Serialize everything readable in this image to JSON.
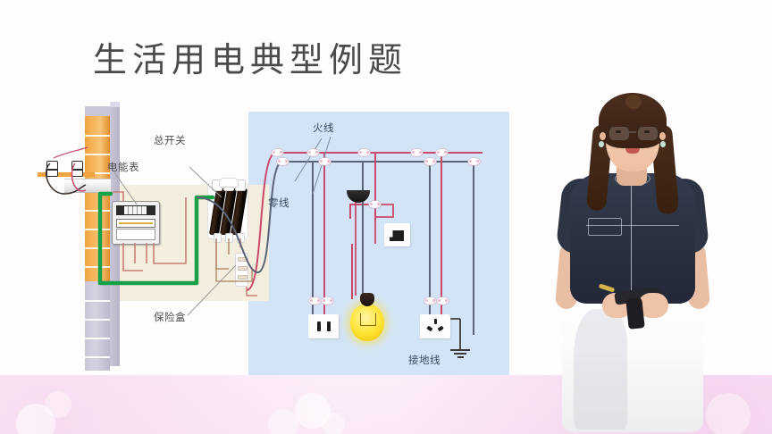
{
  "slide": {
    "title": "生活用电典型例题",
    "background_color": "#fffdfe",
    "accent_pink": "#f8e6f6"
  },
  "diagram": {
    "name": "household-wiring-diagram",
    "panel_blue_color": "#d3e4f7",
    "panel_beige_color": "#f3eedd",
    "wall_color": "#f0a340",
    "labels": [
      {
        "id": "meter",
        "text": "电能表",
        "meaning": "electric-energy-meter"
      },
      {
        "id": "main-switch",
        "text": "总开关",
        "meaning": "main-switch"
      },
      {
        "id": "fuse-box",
        "text": "保险盒",
        "meaning": "fuse-box"
      },
      {
        "id": "live-wire",
        "text": "火线",
        "meaning": "live-wire"
      },
      {
        "id": "neutral-wire",
        "text": "零线",
        "meaning": "neutral-wire"
      },
      {
        "id": "ground-wire",
        "text": "接地线",
        "meaning": "ground-wire"
      }
    ],
    "wire_colors": {
      "live": "#c94a6e",
      "neutral": "#5a6478",
      "ground": "#17a04a",
      "supply": "#c97f79"
    },
    "components": [
      {
        "id": "energy-meter",
        "label": "电能表"
      },
      {
        "id": "knife-switch",
        "label": "总开关"
      },
      {
        "id": "fuse-box",
        "label": "保险盒"
      },
      {
        "id": "ceiling-lamp",
        "label": "灯泡"
      },
      {
        "id": "wall-switch",
        "label": "开关"
      },
      {
        "id": "two-pin-socket",
        "label": "两孔插座"
      },
      {
        "id": "three-pin-socket",
        "label": "三孔插座"
      },
      {
        "id": "earth-terminal",
        "label": "接地线"
      }
    ]
  },
  "presenter": {
    "name": "teacher-presenter",
    "description": "female presenter with glasses, navy top, white skirt"
  }
}
